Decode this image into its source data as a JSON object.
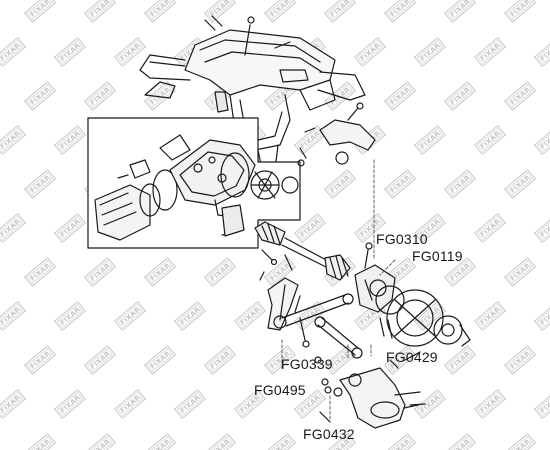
{
  "watermark": {
    "text": "FIXAR"
  },
  "callouts": [
    {
      "id": "fg0310",
      "label": "FG0310"
    },
    {
      "id": "fg0119",
      "label": "FG0119"
    },
    {
      "id": "fg0339",
      "label": "FG0339"
    },
    {
      "id": "fg0429",
      "label": "FG0429"
    },
    {
      "id": "fg0495",
      "label": "FG0495"
    },
    {
      "id": "fg0432",
      "label": "FG0432"
    }
  ],
  "colors": {
    "ink": "#1a1a1a",
    "watermark": "#9a9a9a",
    "background": "#ffffff"
  }
}
